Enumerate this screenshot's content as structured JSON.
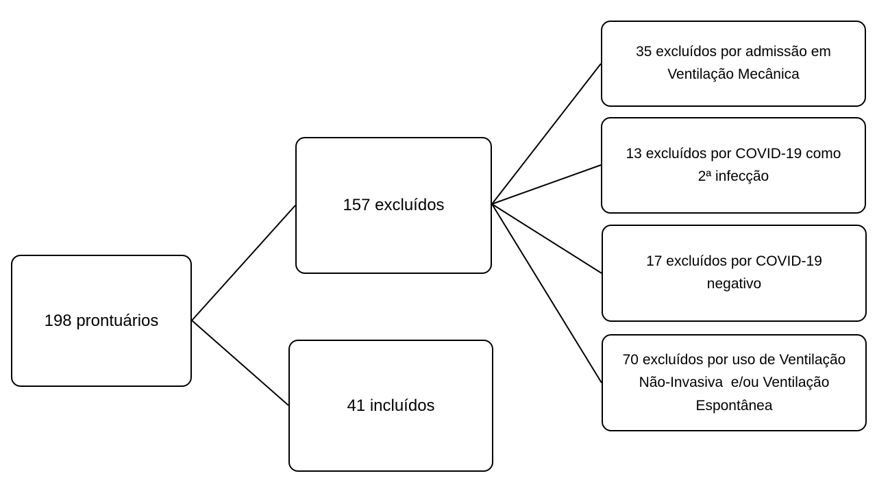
{
  "diagram": {
    "root": {
      "label": "198 prontuários"
    },
    "excluded": {
      "label": "157 excluídos"
    },
    "included": {
      "label": "41 incluídos"
    },
    "exclusion_reasons": [
      {
        "line1": "35 excluídos por admissão em",
        "line2": "Ventilação Mecânica",
        "line3": ""
      },
      {
        "line1": "13 excluídos por COVID-19 como",
        "line2": "2ª infecção",
        "line3": ""
      },
      {
        "line1": "17 excluídos por COVID-19",
        "line2": "negativo",
        "line3": ""
      },
      {
        "line1": "70 excluídos por uso de Ventilação",
        "line2": "Não-Invasiva  e/ou Ventilação",
        "line3": "Espontânea"
      }
    ]
  },
  "colors": {
    "stroke": "#000000",
    "background": "#ffffff"
  }
}
